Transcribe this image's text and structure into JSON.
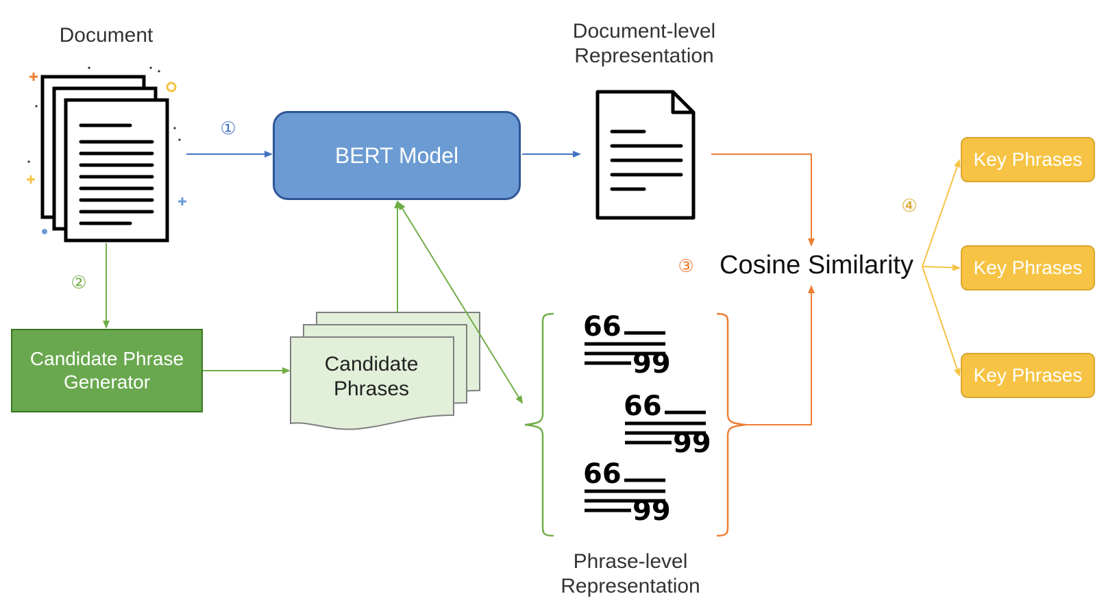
{
  "labels": {
    "document": "Document",
    "doc_rep_line1": "Document-level",
    "doc_rep_line2": "Representation",
    "phrase_rep_line1": "Phrase-level",
    "phrase_rep_line2": "Representation"
  },
  "nodes": {
    "bert_model": "BERT Model",
    "candidate_generator_line1": "Candidate Phrase",
    "candidate_generator_line2": "Generator",
    "candidate_phrases_line1": "Candidate",
    "candidate_phrases_line2": "Phrases",
    "cosine_similarity": "Cosine Similarity",
    "key_phrases": [
      "Key Phrases",
      "Key Phrases",
      "Key Phrases"
    ]
  },
  "steps": {
    "step1": "①",
    "step2": "②",
    "step3": "③",
    "step4": "④"
  },
  "colors": {
    "blue": "#4472c4",
    "green": "#70ad47",
    "orange": "#ed7d31",
    "yellow": "#f6c344",
    "bert_fill": "#6b9bd2",
    "generator_fill": "#6aa84f",
    "phrases_fill": "#e2efd9"
  },
  "icons": [
    "document-stack-icon",
    "document-icon",
    "quote-icon",
    "sparkle-decoration-icon"
  ]
}
